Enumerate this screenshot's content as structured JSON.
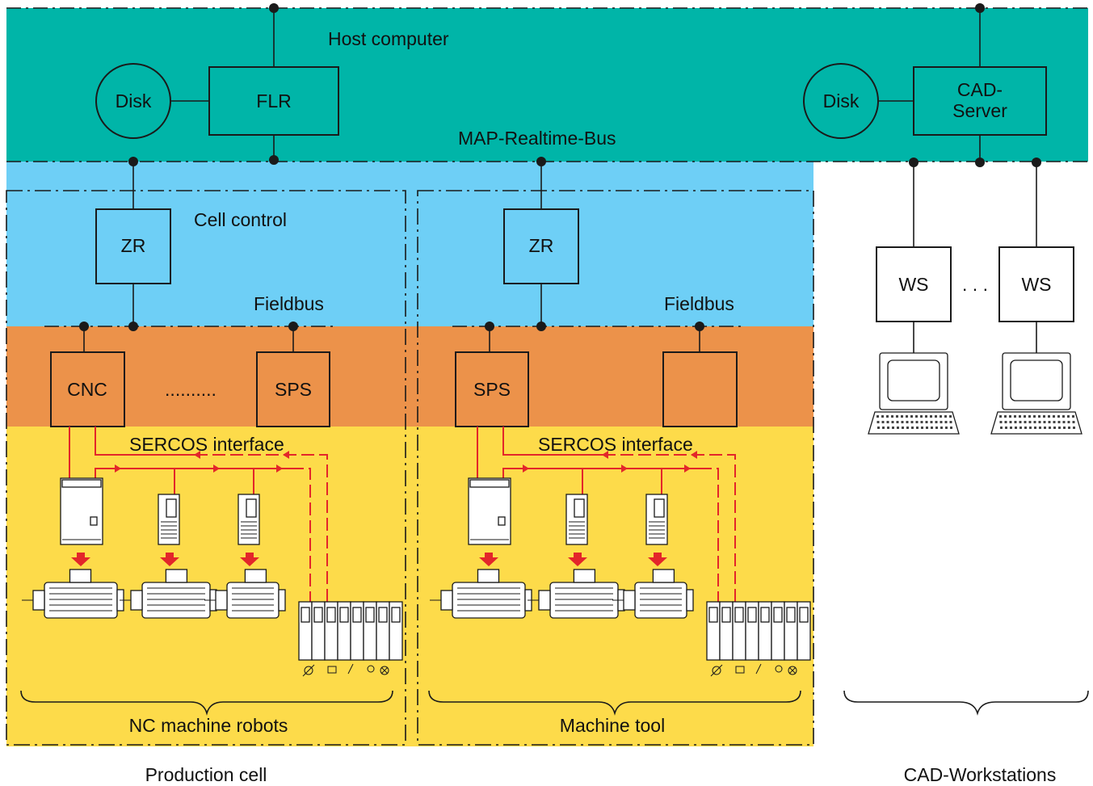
{
  "labels": {
    "host_computer": "Host computer",
    "map_bus": "MAP-Realtime-Bus",
    "disk_left": "Disk",
    "flr": "FLR",
    "disk_right": "Disk",
    "cad_server_line1": "CAD-",
    "cad_server_line2": "Server",
    "cell_control": "Cell control",
    "zr_left": "ZR",
    "zr_right": "ZR",
    "fieldbus_left": "Fieldbus",
    "fieldbus_right": "Fieldbus",
    "cnc": "CNC",
    "cnc_dots": "..........",
    "sps_left": "SPS",
    "sps_middle": "SPS",
    "sercos_left": "SERCOS interface",
    "sercos_right": "SERCOS interface",
    "ws_left": "WS",
    "ws_dots": ". . .",
    "ws_right": "WS",
    "nc_machine_robots": "NC machine robots",
    "machine_tool": "Machine tool",
    "production_cell": "Production cell",
    "cad_workstations": "CAD-Workstations"
  },
  "colors": {
    "host_zone": "#00b5a8",
    "cell_zone": "#6ecff6",
    "field_zone": "#ec924a",
    "drive_zone": "#fddb4a",
    "sercos_ring": "#e3262a"
  }
}
